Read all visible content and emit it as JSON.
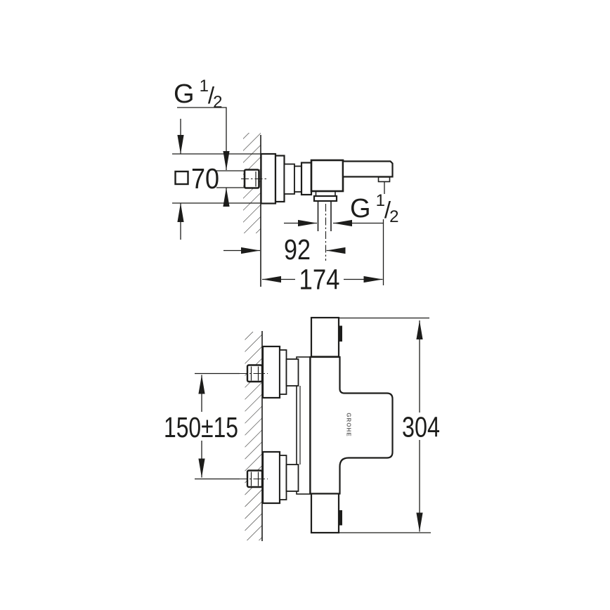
{
  "page": {
    "background_color": "#ffffff",
    "line_color": "#1d1d1b",
    "logo_color": "#6a6a6a",
    "drawing_type": "technical dimension drawing, wall-mounted thermostatic bath mixer, two views"
  },
  "side_view": {
    "inlet_thread_label": {
      "prefix": "G",
      "numerator": "1",
      "slash": "/",
      "denominator": "2"
    },
    "escutcheon_square_dim": {
      "symbol": "square-symbol",
      "value": "70"
    },
    "outlet_thread_label": {
      "prefix": "G",
      "numerator": "1",
      "slash": "/",
      "denominator": "2"
    },
    "wall_to_outlet_dim": "92",
    "wall_to_spout_tip_dim": "174"
  },
  "front_view": {
    "inlet_spacing_dim": "150±15",
    "overall_height_dim": "304",
    "brand_logo": "GROHE"
  }
}
